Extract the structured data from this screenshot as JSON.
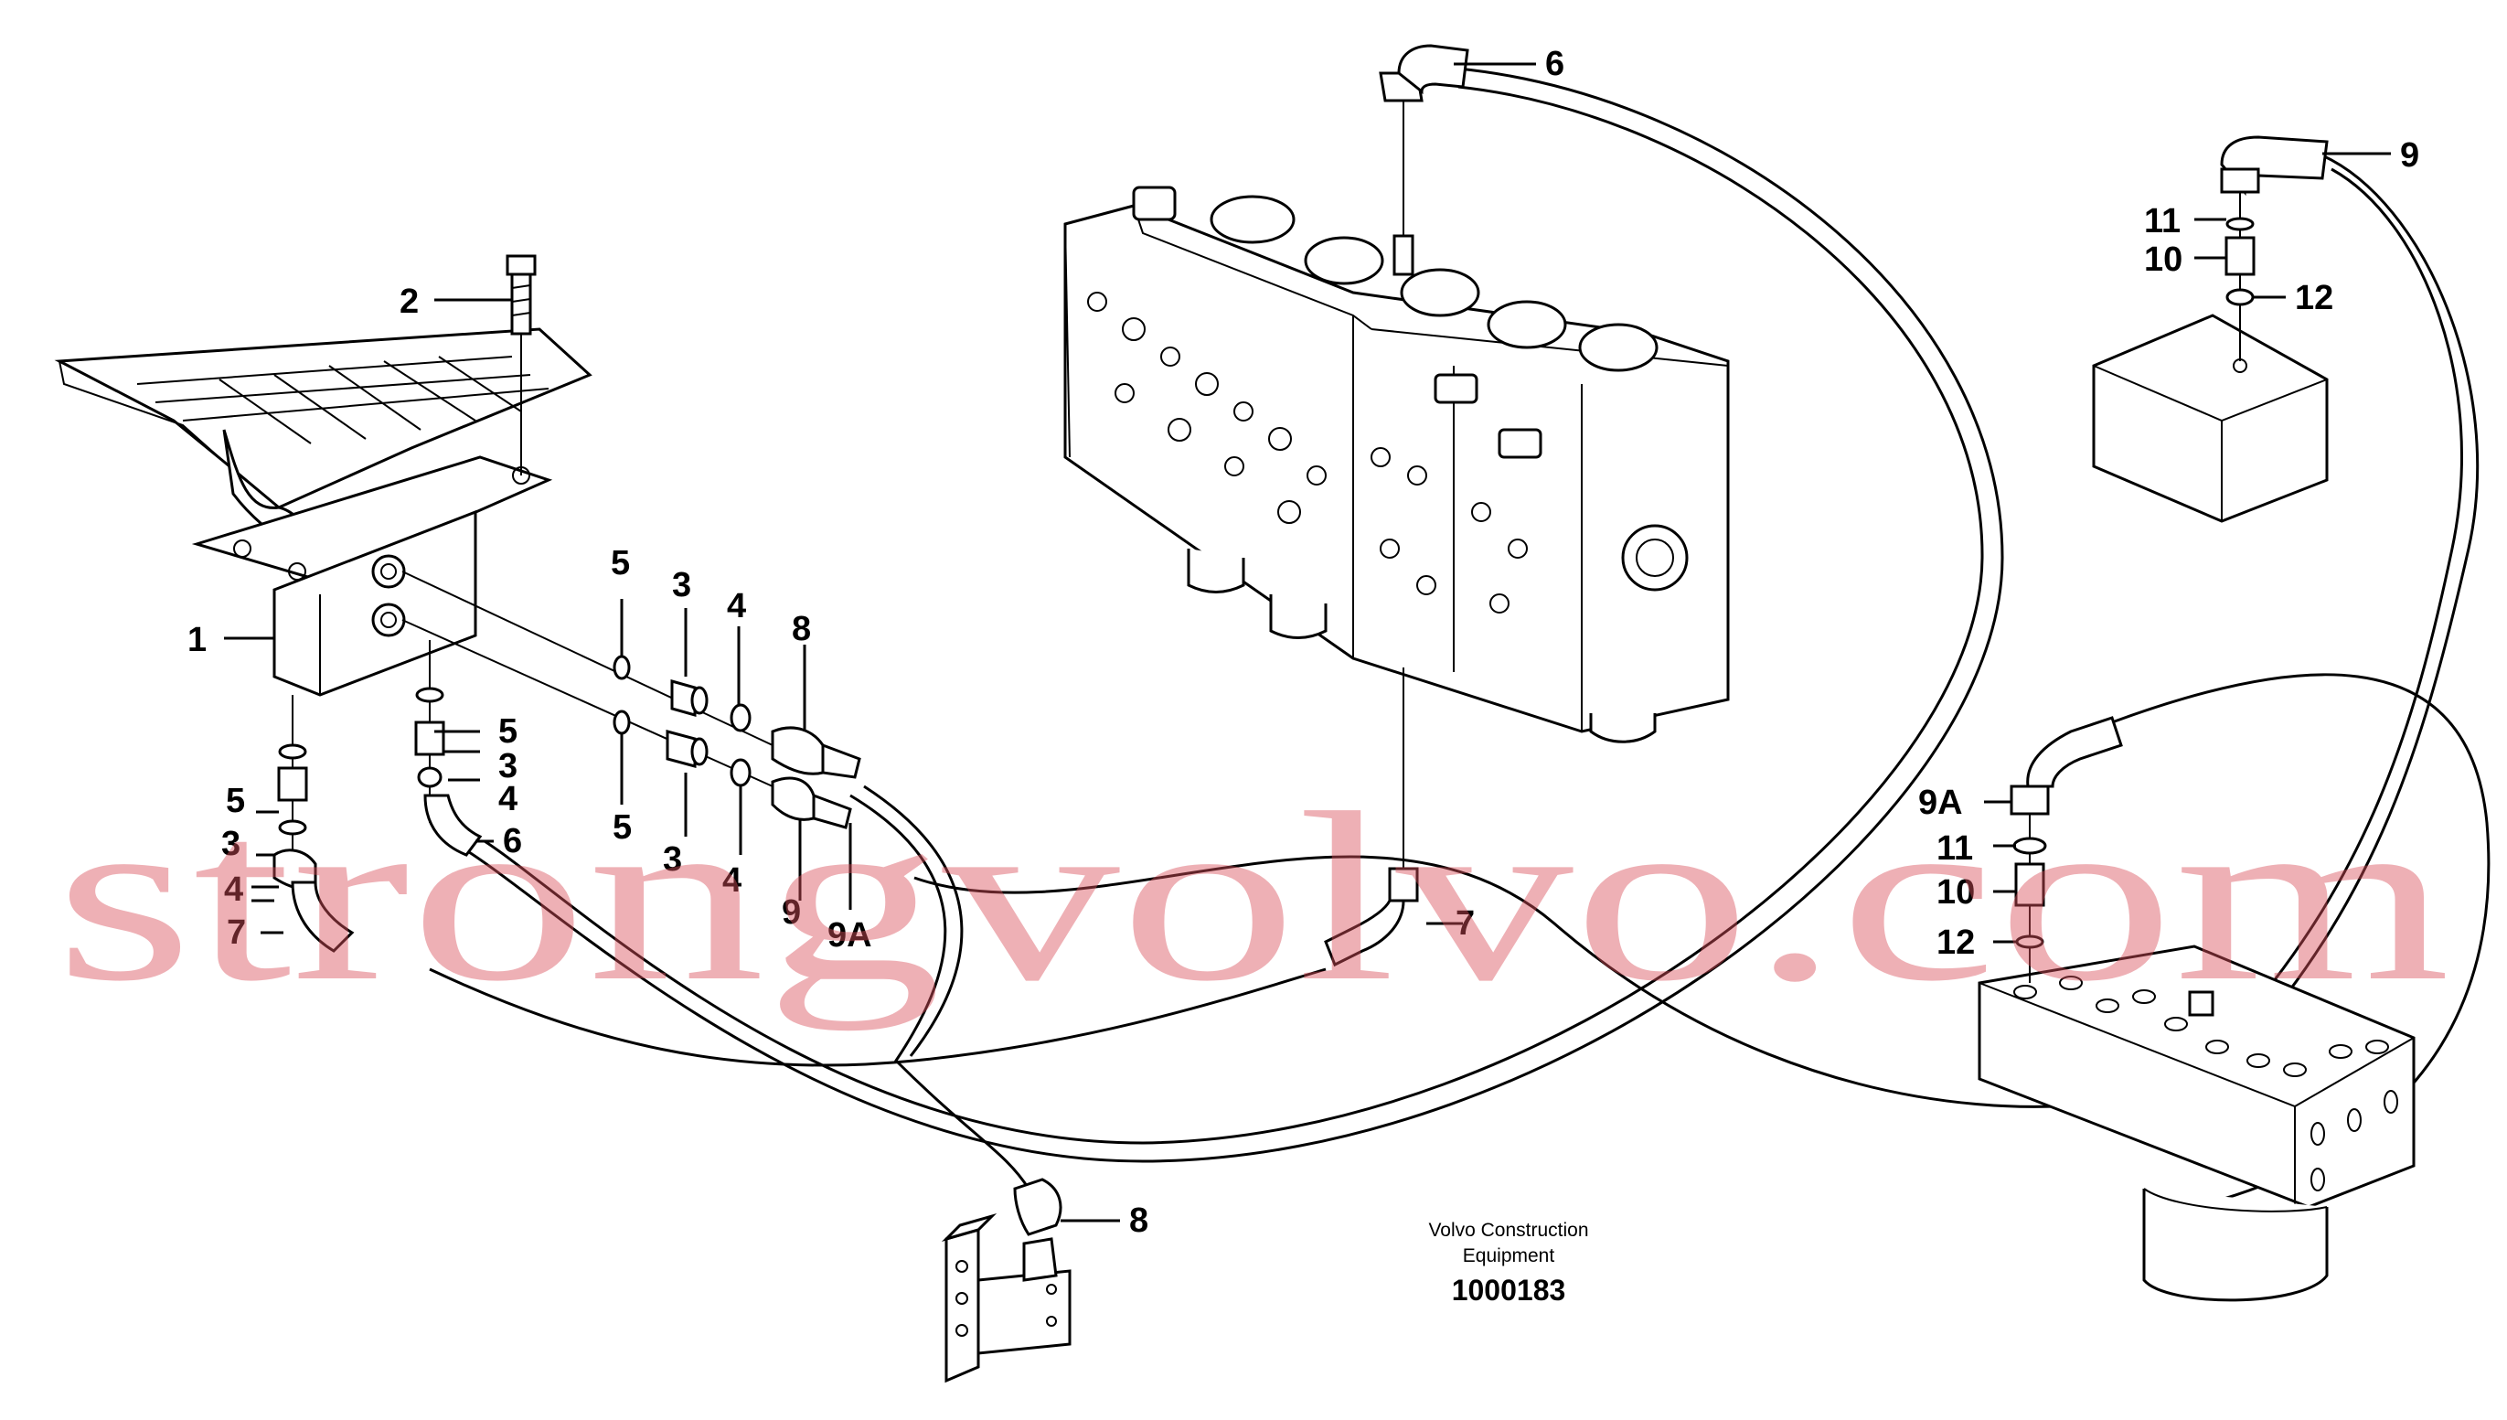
{
  "callouts": {
    "c1": "1",
    "c2": "2",
    "c3a": "3",
    "c3b": "3",
    "c3c": "3",
    "c3d": "3",
    "c4a": "4",
    "c4b": "4",
    "c4c": "4",
    "c4d": "4",
    "c5a": "5",
    "c5b": "5",
    "c5c": "5",
    "c5d": "5",
    "c6a": "6",
    "c6b": "6",
    "c7a": "7",
    "c7b": "7",
    "c8a": "8",
    "c8b": "8",
    "c9": "9",
    "c9b": "9",
    "c9a1": "9A",
    "c9a2": "9A",
    "c10a": "10",
    "c10b": "10",
    "c11a": "11",
    "c11b": "11",
    "c12a": "12",
    "c12b": "12"
  },
  "caption": {
    "line1": "Volvo Construction",
    "line2": "Equipment",
    "number": "1000183"
  },
  "watermark": "strongvolvo.com",
  "colors": {
    "watermark": "#d9505a",
    "line": "#000000",
    "background": "#ffffff"
  }
}
